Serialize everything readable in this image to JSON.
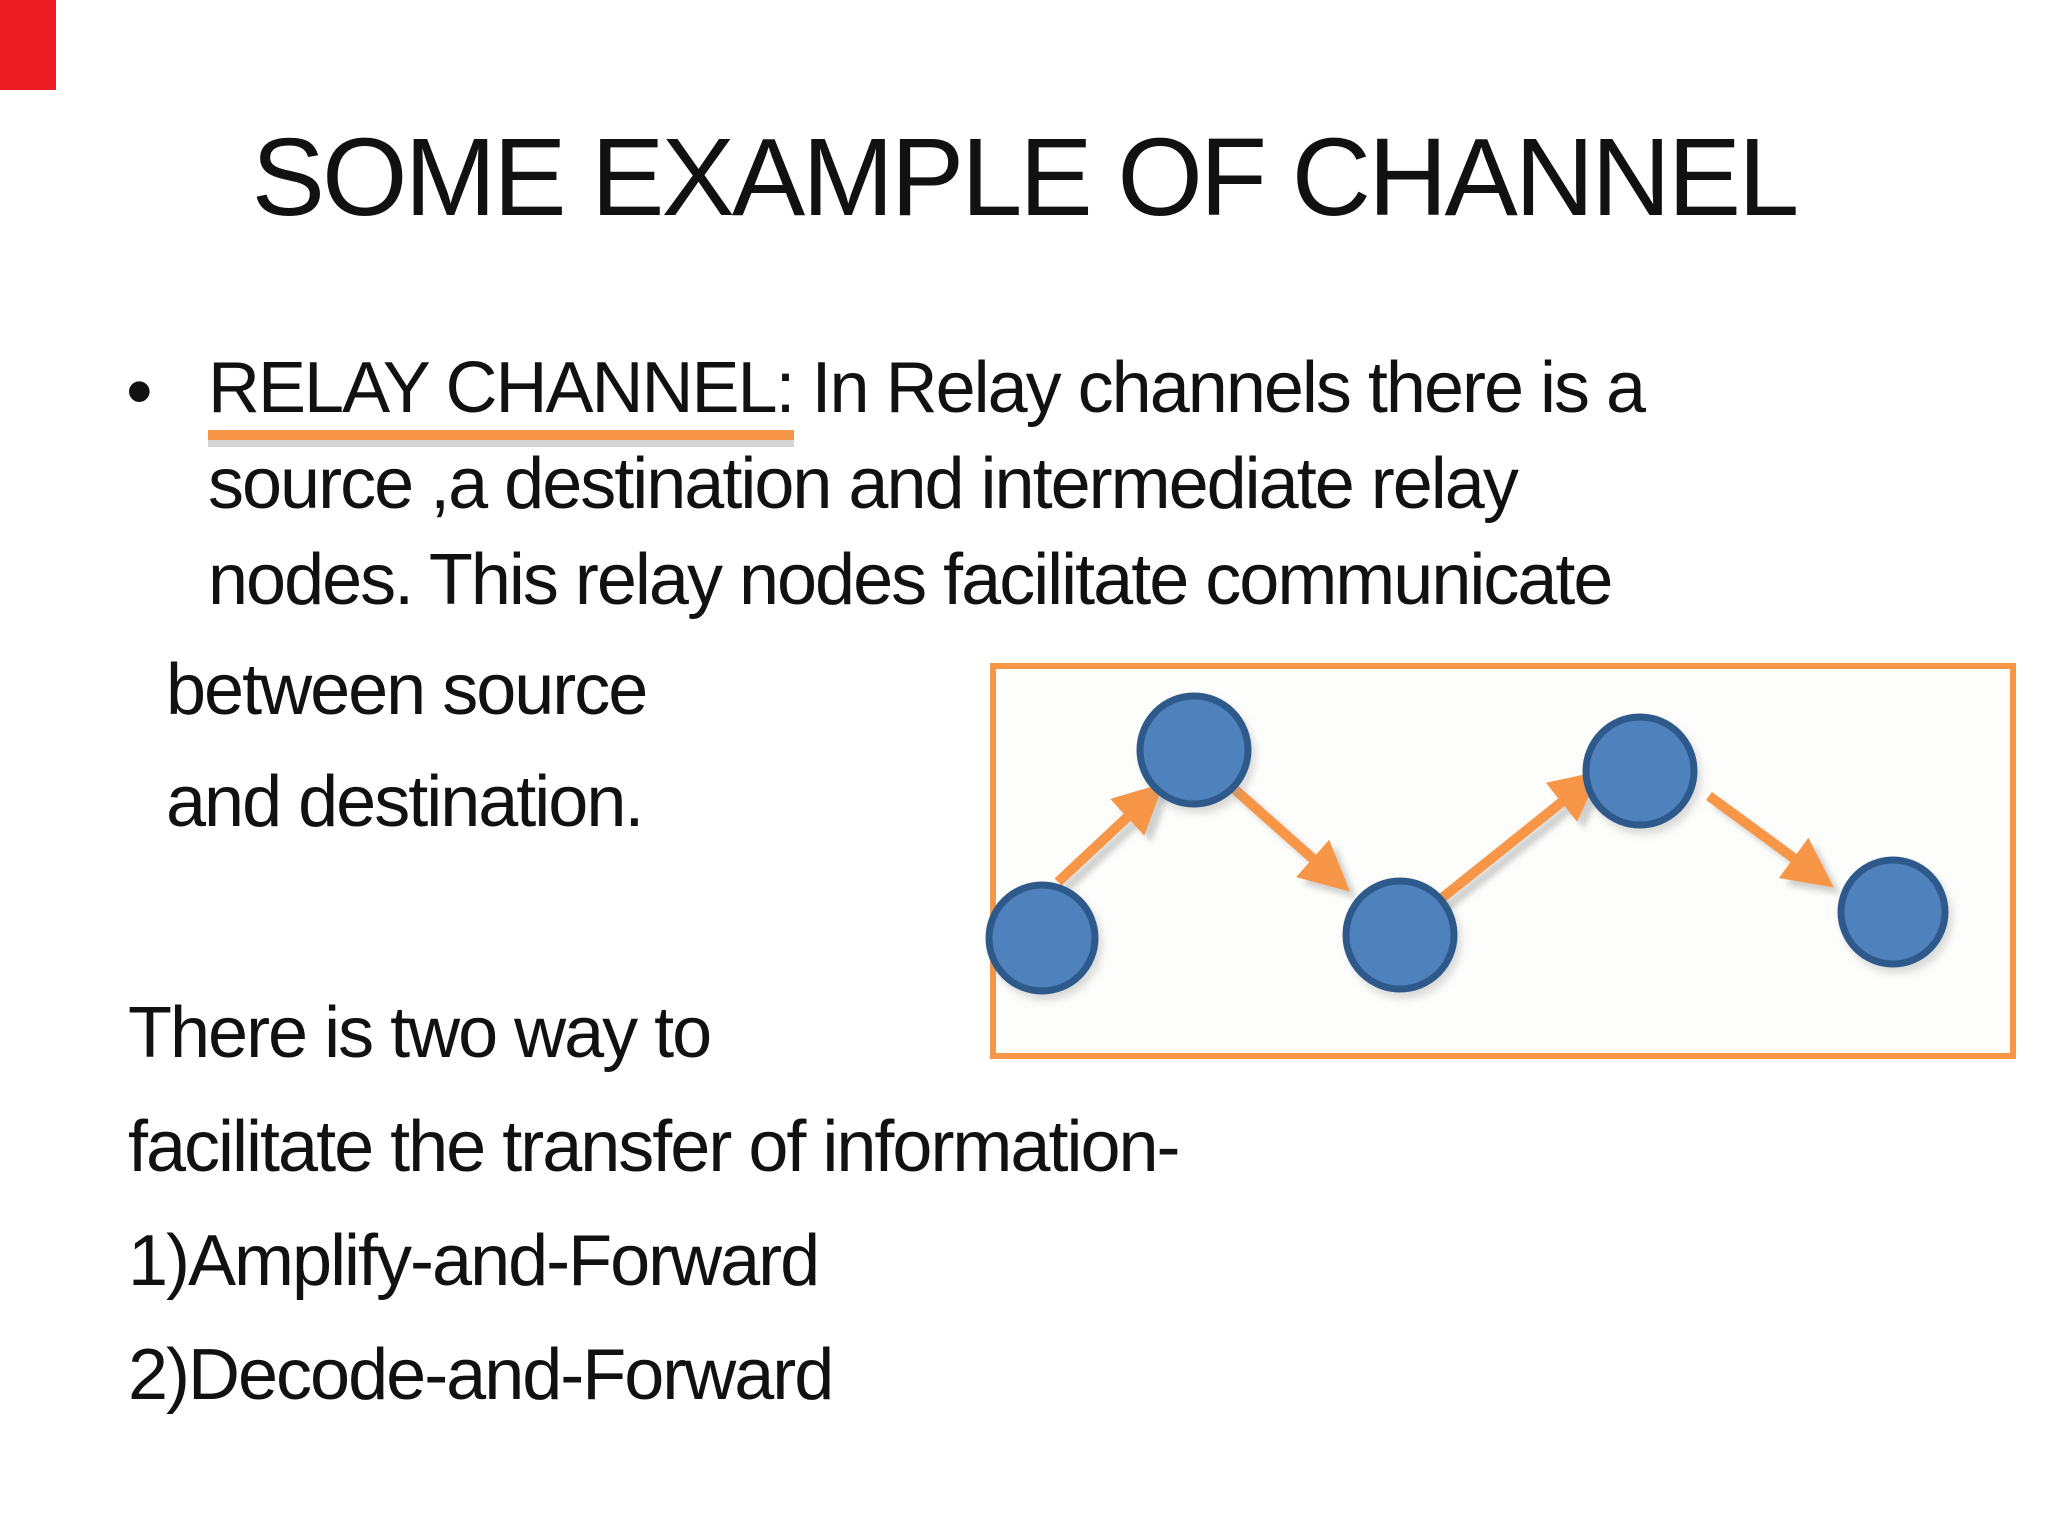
{
  "slide": {
    "title": "SOME EXAMPLE OF CHANNEL",
    "bullet": {
      "marker": "•",
      "highlight": "RELAY CHANNEL:",
      "line1_rest": " In Relay channels there is a",
      "line2": "source ,a destination and intermediate relay",
      "line3": "nodes. This relay nodes facilitate communicate"
    },
    "aside": {
      "line1": "between source",
      "line2": "and destination."
    },
    "body": {
      "line1": "There is two way to",
      "line2": "facilitate the transfer of information-",
      "item1": "1)Amplify-and-Forward",
      "item2": "2)Decode-and-Forward"
    },
    "colors": {
      "accent_orange": "#F79646",
      "node_fill": "#4F81BD",
      "node_border": "#2E5A8B",
      "corner_red": "#EC1C24",
      "text": "#111111",
      "underline_shadow": "#D6D6D6"
    }
  },
  "diagram": {
    "description": "relay channel zigzag: five relay nodes connected by forward arrows inside an orange rectangle",
    "node_count": 5
  }
}
